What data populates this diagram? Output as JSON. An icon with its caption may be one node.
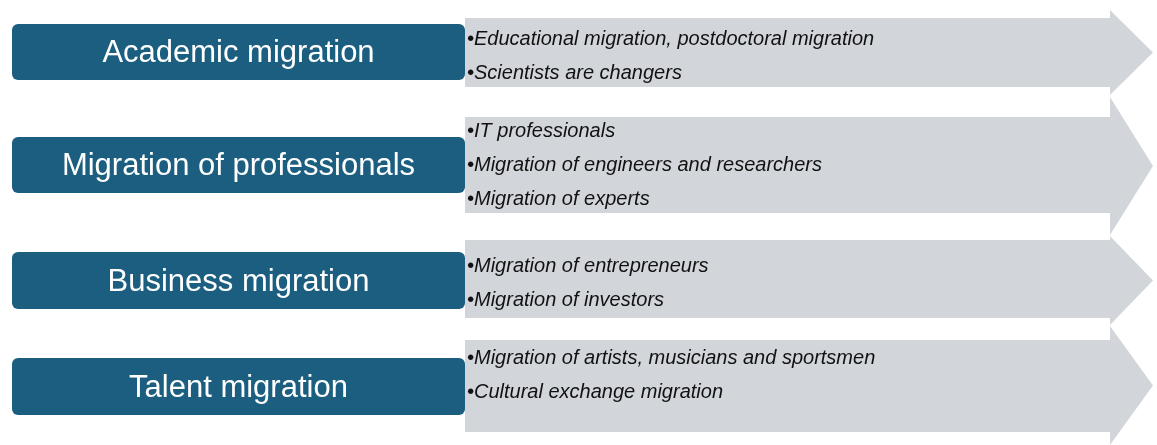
{
  "diagram": {
    "nodes": [
      {
        "text": [
          "Academic migration"
        ]
      },
      {
        "text": [
          "•Educational migration, postdoctoral migration",
          "•Scientists are changers"
        ]
      },
      {
        "text": [
          "Migration of professionals"
        ]
      },
      {
        "text": [
          "•IT professionals",
          "•Migration of engineers and researchers",
          "•Migration of experts"
        ]
      },
      {
        "text": [
          "Business migration"
        ]
      },
      {
        "text": [
          "•Migration of entrepreneurs",
          "•Migration of investors"
        ]
      },
      {
        "text": [
          "Talent migration"
        ]
      },
      {
        "text": [
          "•Migration of artists, musicians and sportsmen",
          "•Cultural exchange migration"
        ]
      }
    ]
  }
}
